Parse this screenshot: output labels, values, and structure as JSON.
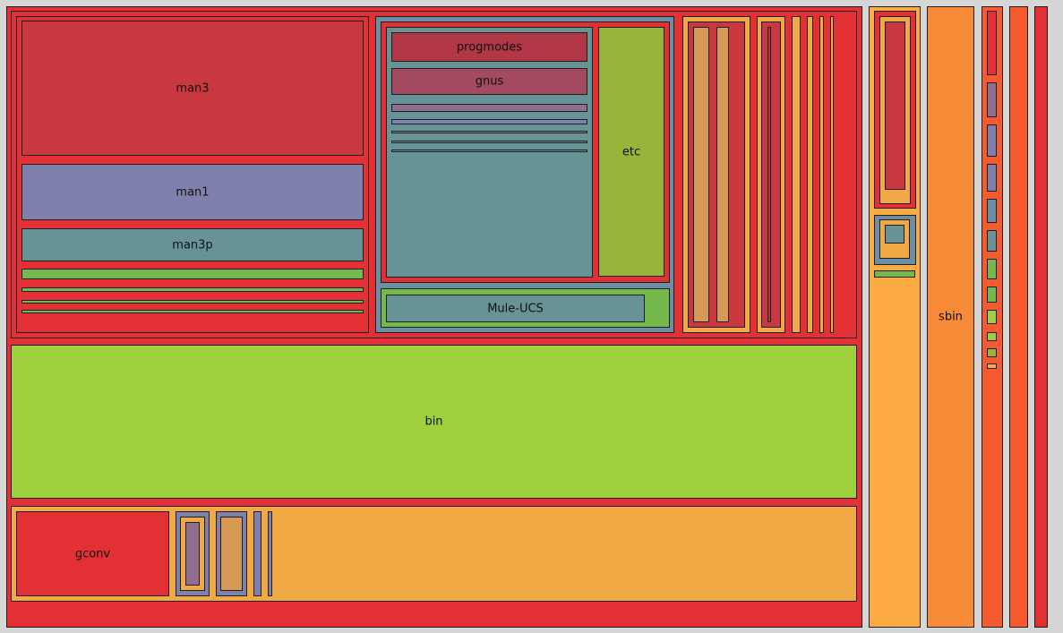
{
  "labels": {
    "man3": "man3",
    "man1": "man1",
    "man3p": "man3p",
    "progmodes": "progmodes",
    "gnus": "gnus",
    "etc": "etc",
    "mule_ucs": "Mule-UCS",
    "bin": "bin",
    "gconv": "gconv",
    "sbin": "sbin"
  },
  "colors": {
    "background": "#d6d6d6",
    "border": "#1f1f1f",
    "red": "#e23034",
    "red_dark": "#c9383f",
    "crimson": "#b13746",
    "raspberry": "#a34a60",
    "mauve": "#8f6f8f",
    "lavender": "#8080ad",
    "teal": "#679396",
    "steel": "#6d8fa6",
    "olive": "#96b43a",
    "green": "#74b94c",
    "lime": "#9ed03e",
    "orange_light": "#f0a944",
    "orange": "#fbab42",
    "tangerine": "#f88b38",
    "orange_red": "#f65a2f",
    "tan": "#d69a56"
  }
}
